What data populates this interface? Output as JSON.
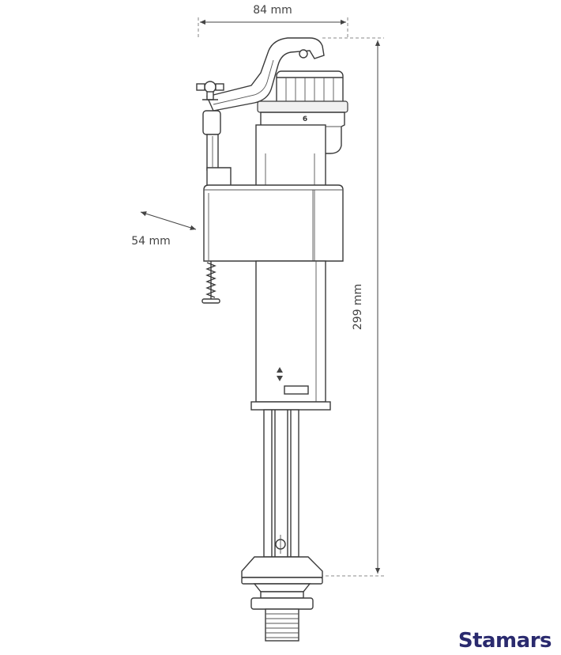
{
  "dimensions": {
    "width": "84 mm",
    "depth": "54 mm",
    "height": "299 mm"
  },
  "component_label": "6",
  "brand": {
    "name": "Stamars",
    "color": "#2a2a6e"
  },
  "icons": [
    "double-arrow-icon"
  ]
}
